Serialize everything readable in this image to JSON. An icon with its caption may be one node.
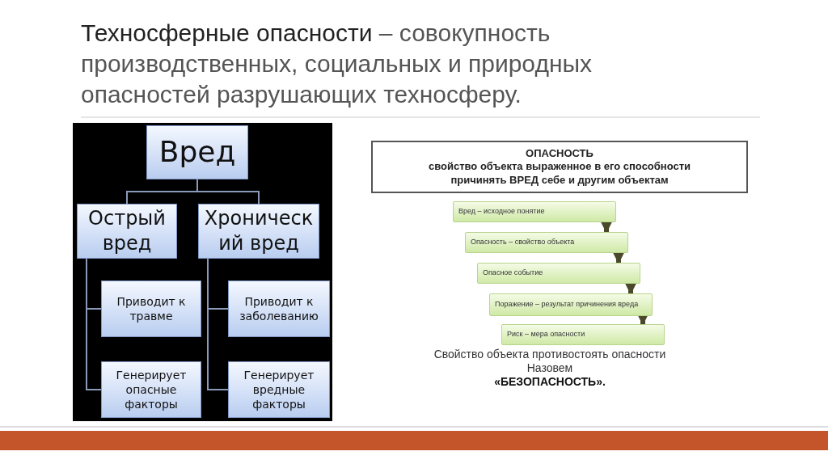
{
  "diagram": {
    "title": "**Техносферные опасности** – совокупность производственных, социальных и природных опасностей разрушающих техносферу.",
    "nodes": [
      {
        "text": [
          "Вред"
        ]
      },
      {
        "text": [
          "Острый вред"
        ]
      },
      {
        "text": [
          "Хроническ ий вред"
        ]
      },
      {
        "text": [
          "Приводит к травме"
        ]
      },
      {
        "text": [
          "Генерирует опасные факторы"
        ]
      },
      {
        "text": [
          "Приводит к заболеванию"
        ]
      },
      {
        "text": [
          "Генерирует вредные факторы"
        ]
      },
      {
        "text": [
          "ОПАСНОСТЬ",
          "свойство объекта выраженное в его способности причинять ВРЕД себе и другим объектам"
        ]
      },
      {
        "text": [
          "Вред – исходное понятие"
        ]
      },
      {
        "text": [
          "Опасность – свойство объекта"
        ]
      },
      {
        "text": [
          "Опасное событие"
        ]
      },
      {
        "text": [
          "Поражение – результат причинения вреда"
        ]
      },
      {
        "text": [
          "Риск – мера опасности"
        ]
      }
    ],
    "edges": [
      {
        "from": 0,
        "to": 1,
        "arrow": "none"
      },
      {
        "from": 0,
        "to": 2,
        "arrow": "none"
      },
      {
        "from": 1,
        "to": 3,
        "arrow": "none"
      },
      {
        "from": 1,
        "to": 4,
        "arrow": "none"
      },
      {
        "from": 2,
        "to": 5,
        "arrow": "none"
      },
      {
        "from": 2,
        "to": 6,
        "arrow": "none"
      },
      {
        "from": 8,
        "to": 9,
        "arrow": "to",
        "style": "thick",
        "color": "#4a4a2a"
      },
      {
        "from": 9,
        "to": 10,
        "arrow": "to",
        "style": "thick",
        "color": "#4a4a2a"
      },
      {
        "from": 10,
        "to": 11,
        "arrow": "to",
        "style": "thick",
        "color": "#4a4a2a"
      },
      {
        "from": 11,
        "to": 12,
        "arrow": "to",
        "style": "thick",
        "color": "#4a4a2a"
      }
    ],
    "labels": [
      "Свойство объекта противостоять опасности",
      "Назовем",
      "«БЕЗОПАСНОСТЬ»."
    ]
  }
}
